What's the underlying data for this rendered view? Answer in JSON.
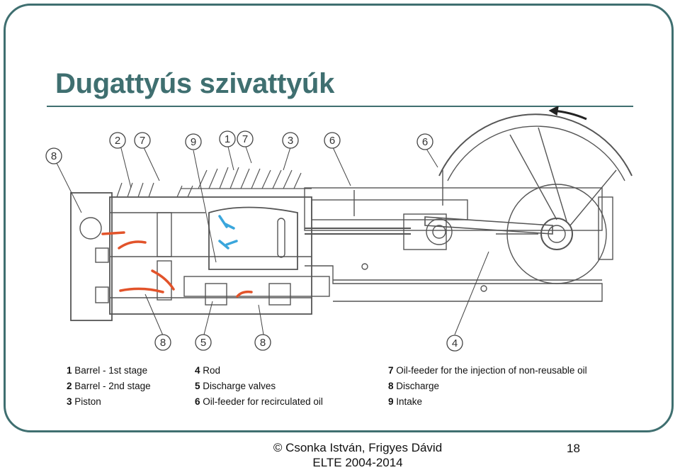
{
  "title": "Dugattyús szivattyúk",
  "callouts": [
    "8",
    "2",
    "7",
    "9",
    "1",
    "7",
    "3",
    "6",
    "6",
    "8",
    "5",
    "8",
    "4"
  ],
  "legend": [
    [
      {
        "num": "1",
        "text": "Barrel - 1st stage"
      },
      {
        "num": "2",
        "text": "Barrel - 2nd stage"
      },
      {
        "num": "3",
        "text": "Piston"
      }
    ],
    [
      {
        "num": "4",
        "text": "Rod"
      },
      {
        "num": "5",
        "text": "Discharge valves"
      },
      {
        "num": "6",
        "text": "Oil-feeder for recirculated oil"
      }
    ],
    [
      {
        "num": "7",
        "text": "Oil-feeder for the injection of non-reusable oil"
      },
      {
        "num": "8",
        "text": "Discharge"
      },
      {
        "num": "9",
        "text": "Intake"
      }
    ]
  ],
  "footer": {
    "line1": "© Csonka István, Frigyes Dávid",
    "line2": "ELTE 2004-2014"
  },
  "page_number": "18",
  "colors": {
    "accent": "#3f6f70",
    "flow_hot": "#e2532a",
    "flow_cold": "#3aa6dc"
  }
}
